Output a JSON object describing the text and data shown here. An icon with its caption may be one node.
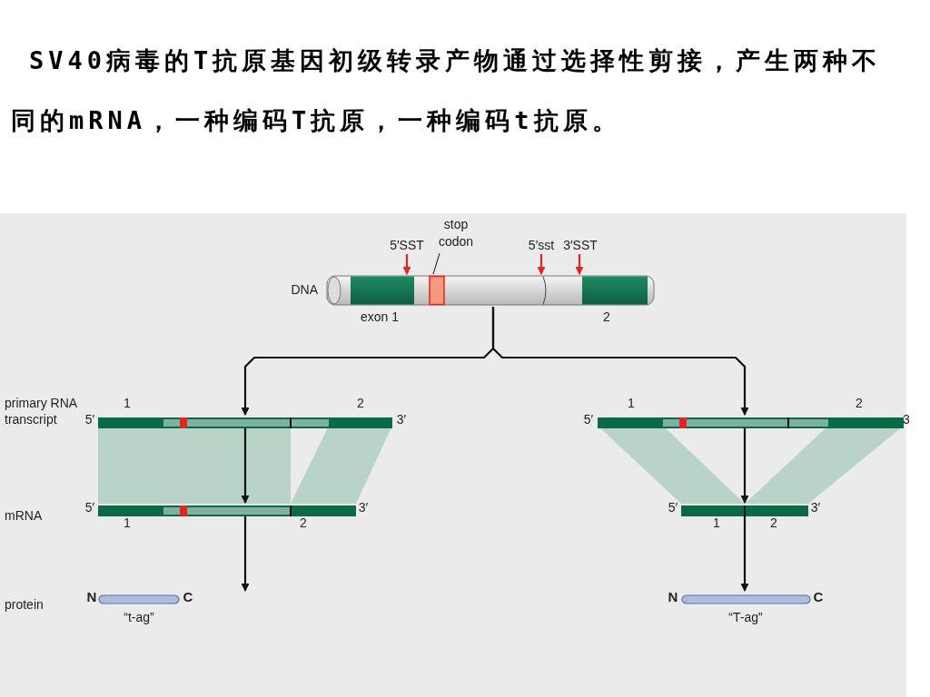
{
  "diagram": {
    "title": "SV40病毒的T抗原基因初级转录产物通过选择性剪接，产生两种不同的mRNA，一种编码T抗原，一种编码t抗原。",
    "nodes": [
      {
        "text": [],
        "shape": "cylinder",
        "beside": [
          "DNA",
          "exon 1",
          "2"
        ]
      },
      {
        "text": [],
        "shape": "bar",
        "beside": [
          "1",
          "2",
          "5′",
          "3′"
        ]
      },
      {
        "text": [],
        "shape": "bar",
        "beside": [
          "1",
          "2",
          "5′",
          "3"
        ]
      },
      {
        "text": [],
        "shape": "bar",
        "beside": [
          "5′",
          "3′",
          "1",
          "2"
        ]
      },
      {
        "text": [],
        "shape": "bar",
        "beside": [
          "5′",
          "3′",
          "1",
          "2"
        ]
      },
      {
        "text": [],
        "shape": "bar",
        "beside": [
          "N",
          "C",
          "“t-ag”"
        ]
      },
      {
        "text": [],
        "shape": "bar",
        "beside": [
          "N",
          "C",
          "“T-ag”"
        ]
      },
      {
        "text": [
          "5′SST"
        ]
      },
      {
        "text": [
          "stop codon"
        ]
      },
      {
        "text": [
          "5′sst"
        ]
      },
      {
        "text": [
          "3′SST"
        ]
      }
    ],
    "edges": [
      {
        "from": 0,
        "to": 1,
        "arrow": "to"
      },
      {
        "from": 0,
        "to": 2,
        "arrow": "to"
      },
      {
        "from": 1,
        "to": 3,
        "arrow": "to"
      },
      {
        "from": 2,
        "to": 4,
        "arrow": "to"
      },
      {
        "from": 3,
        "to": 5,
        "arrow": "to"
      },
      {
        "from": 4,
        "to": 6,
        "arrow": "to"
      },
      {
        "from": 7,
        "to": 0,
        "arrow": "to",
        "color": "#e0261e"
      },
      {
        "from": 8,
        "to": 0,
        "arrow": "none"
      },
      {
        "from": 9,
        "to": 0,
        "arrow": "to",
        "color": "#e0261e"
      },
      {
        "from": 10,
        "to": 0,
        "arrow": "to",
        "color": "#e0261e"
      }
    ],
    "labels": [
      "primary RNA transcript",
      "mRNA",
      "protein"
    ]
  }
}
